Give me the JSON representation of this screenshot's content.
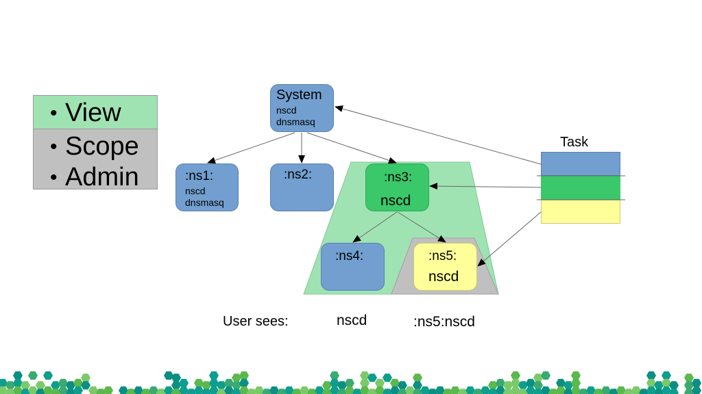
{
  "legend": {
    "items": [
      "View",
      "Scope",
      "Admin"
    ],
    "bullet": "•"
  },
  "nodes": {
    "system": {
      "title": "System",
      "lines": [
        "nscd",
        "dnsmasq"
      ]
    },
    "ns1": {
      "title": ":ns1:",
      "lines": [
        "nscd",
        "dnsmasq"
      ]
    },
    "ns2": {
      "title": ":ns2:"
    },
    "ns3": {
      "title": ":ns3:",
      "content": "nscd"
    },
    "ns4": {
      "title": ":ns4:"
    },
    "ns5": {
      "title": ":ns5:",
      "content": "nscd"
    }
  },
  "task": {
    "label": "Task"
  },
  "user_sees": {
    "label": "User sees:",
    "left_value": "nscd",
    "right_value": ":ns5:nscd"
  },
  "colors": {
    "node_blue": "#729fcf",
    "node_green": "#3ac86a",
    "node_yellow": "#ffff99",
    "view_region": "#a0e3b2",
    "scope_region": "#c0c0c0",
    "footer_teal": "#0e9e8e",
    "footer_green": "#5bb84c"
  }
}
